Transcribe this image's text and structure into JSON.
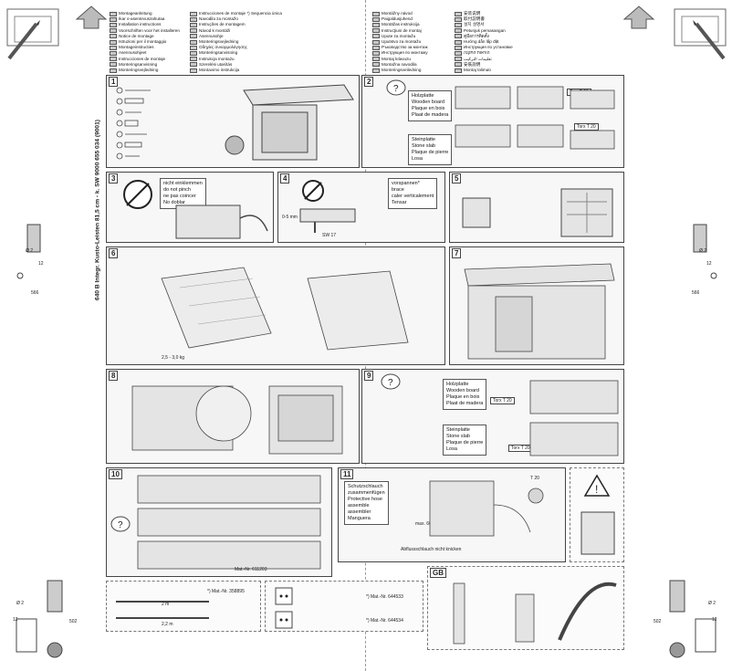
{
  "document": {
    "side_title": "640 B Integr. Kusto-Leisten 81,5 cm - k. SW   9000 655 034 (9001)"
  },
  "languages_left": [
    {
      "text": "Montageanleitung"
    },
    {
      "text": "Ikar o-asentevuszahutaa"
    },
    {
      "text": "Installation instructions"
    },
    {
      "text": "Voorschriften voor het installeren"
    },
    {
      "text": "Notice de montage"
    },
    {
      "text": "Istruzioni per il montaggio"
    },
    {
      "text": "Montageinstructies"
    },
    {
      "text": "Asennusohjeet"
    },
    {
      "text": "Instrucciones de montaje"
    },
    {
      "text": "Monteringsanvisning"
    },
    {
      "text": "Monteringsvejledning"
    }
  ],
  "languages_mid": [
    {
      "text": "Instrucciones de montaje  *) Sequencia única"
    },
    {
      "text": "Navodila za montažo"
    },
    {
      "text": "Instruções de montagem"
    },
    {
      "text": "Návod k montáži"
    },
    {
      "text": "Asennusohje"
    },
    {
      "text": "Monteringsvejledning"
    },
    {
      "text": "Οδηγίες συναρμολόγησης"
    },
    {
      "text": "Monteringsanvisning"
    },
    {
      "text": "Instrukcja montażu"
    },
    {
      "text": "Szerelési utasítás"
    },
    {
      "text": "Montavimo instrukcija"
    }
  ],
  "languages_right1": [
    {
      "text": "Montážny návod"
    },
    {
      "text": "Paigaldusjuhend"
    },
    {
      "text": "Montāžas instrukcija"
    },
    {
      "text": "Instrucţiuni de montaj"
    },
    {
      "text": "Upute za montažu"
    },
    {
      "text": "Uputstvo za montažu"
    },
    {
      "text": "Ръководство за монтаж"
    },
    {
      "text": "Инструкция по монтажу"
    },
    {
      "text": "Montaj kılavuzu"
    },
    {
      "text": "Montažna navodila"
    },
    {
      "text": "Monteringsveiledning"
    }
  ],
  "languages_right2": [
    {
      "text": "安装说明"
    },
    {
      "text": "取付説明書"
    },
    {
      "text": "설치 설명서"
    },
    {
      "text": "Petunjuk pemasangan"
    },
    {
      "text": "คู่มือการติดตั้ง"
    },
    {
      "text": "Hướng dẫn lắp đặt"
    },
    {
      "text": "Инструкция по установке"
    },
    {
      "text": "הוראות התקנה"
    },
    {
      "text": "تعليمات التركيب"
    },
    {
      "text": "安裝說明"
    },
    {
      "text": "Montaj təlimatı"
    }
  ],
  "panels": {
    "p1": "1",
    "p2": "2",
    "p3": "3",
    "p4": "4",
    "p5": "5",
    "p6": "6",
    "p7": "7",
    "p8": "8",
    "p9": "9",
    "p10": "10",
    "p11": "11"
  },
  "panel2": {
    "wood_label": [
      "Holzplatte",
      "Wooden board",
      "Plaque en bois",
      "Plaat de madera"
    ],
    "stone_label": [
      "Steinplatte",
      "Stone slab",
      "Plaque de pierre",
      "Losa"
    ],
    "torx_a": "Torx T 20",
    "torx_b": "Torx T 20"
  },
  "panel3": {
    "warning_lines": [
      "nicht einklemmen",
      "do not pinch",
      "ne pas coincer",
      "No doblar"
    ]
  },
  "panel4": {
    "warning_lines": [
      "vorspannen*",
      "brace",
      "caler verticalement",
      "Tensar"
    ],
    "wrench": "SW 17",
    "dim": "0-5 mm"
  },
  "panel6": {
    "weight": "2,5 - 3,0 kg"
  },
  "panel9": {
    "wood_label": [
      "Holzplatte",
      "Wooden board",
      "Plaque en bois",
      "Plaat de madera"
    ],
    "stone_label": [
      "Steinplatte",
      "Stone slab",
      "Plaque de pierre",
      "Losa"
    ],
    "torx_a": "Torx T 20",
    "torx_b": "Torx T 20"
  },
  "panel10": {
    "part_no": "Mat.-Nr. 611203"
  },
  "panel11": {
    "hose_lines": [
      "Schutzschlauch",
      "zusammenfügen",
      "Protective hose",
      "assemble",
      "assembler",
      "Manguera"
    ],
    "torx": "T 20",
    "max_temp": "max. 60°C",
    "warn_small": "Abflussschlauch nicht knicken"
  },
  "hoses": {
    "mat1": "*) Mat.-Nr. 358895",
    "len1": "2 m",
    "len2": "2,2 m",
    "mat2": "*) Mat.-Nr. 644533",
    "mat3": "*) Mat.-Nr. 644534"
  },
  "corner": {
    "dia_left": "Ø 2",
    "dim_left1": "12",
    "dim_left2": "566",
    "dia_right": "Ø 2",
    "dim_right1": "12",
    "dim_right2": "566",
    "dia_bl": "Ø 2",
    "dim_bl1": "12",
    "dim_bl2": "502",
    "dia_br": "Ø 2",
    "dim_br1": "12",
    "dim_br2": "502"
  },
  "gb": {
    "label": "GB"
  }
}
